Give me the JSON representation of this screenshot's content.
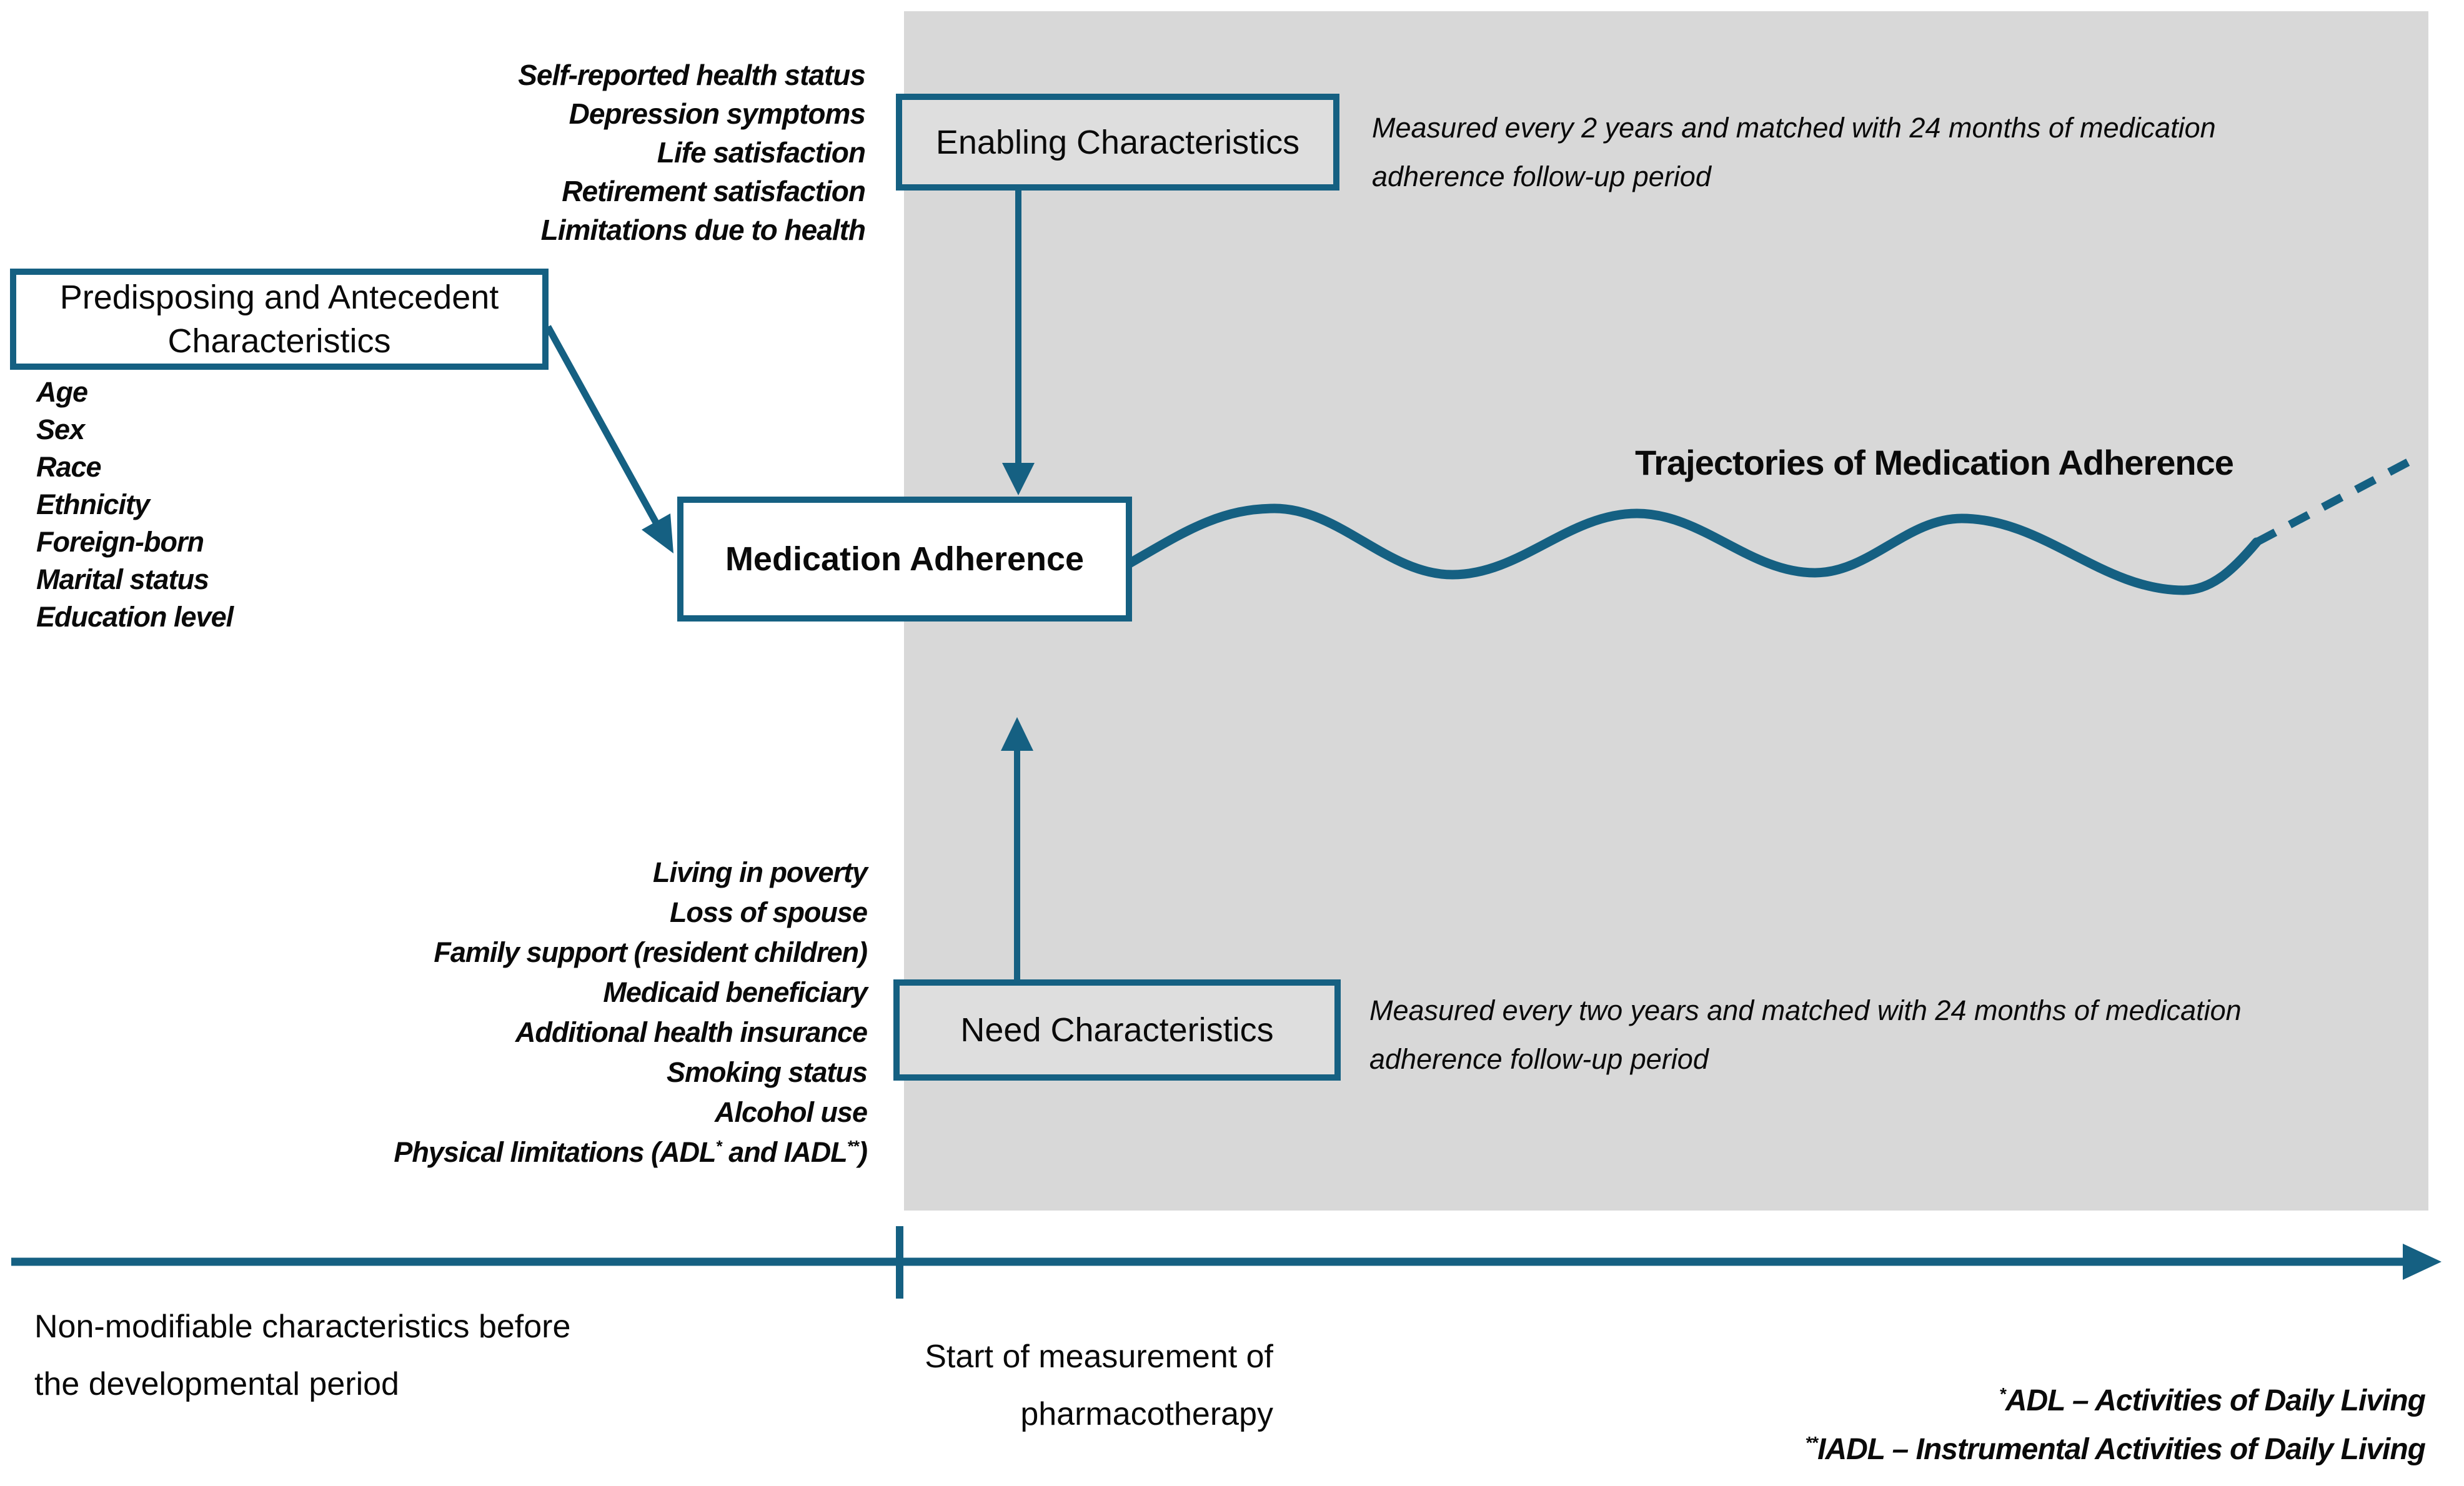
{
  "colors": {
    "accent_teal": "#156082",
    "panel_gray": "#d8d8d8",
    "box_light_fill": "#dedede",
    "box_white_fill": "#ffffff",
    "text": "#0a0a0a"
  },
  "boxes": {
    "predisposing": {
      "label_line1": "Predisposing and Antecedent",
      "label_line2": "Characteristics"
    },
    "enabling": {
      "label": "Enabling Characteristics"
    },
    "medication": {
      "label": "Medication Adherence"
    },
    "need": {
      "label": "Need Characteristics"
    }
  },
  "lists": {
    "enabling_factors": [
      "Self-reported health status",
      "Depression symptoms",
      "Life satisfaction",
      "Retirement satisfaction",
      "Limitations due to health"
    ],
    "predisposing_factors": [
      "Age",
      "Sex",
      "Race",
      "Ethnicity",
      "Foreign-born",
      "Marital status",
      "Education level"
    ],
    "need_factors": [
      "Living in poverty",
      "Loss of spouse",
      "Family support (resident children)",
      "Medicaid beneficiary",
      "Additional health insurance",
      "Smoking status",
      "Alcohol use"
    ],
    "physical_limitations": {
      "p1": "Physical limitations (ADL",
      "s1": "*",
      "p2": " and IADL",
      "s2": "**",
      "p3": ")"
    }
  },
  "annotations": {
    "enabling_note_line1": "Measured every 2 years and matched with 24 months of medication",
    "enabling_note_line2": "adherence follow-up period",
    "need_note_line1": "Measured every two years and matched with 24 months of medication",
    "need_note_line2": "adherence follow-up period",
    "trajectories_label": "Trajectories of Medication Adherence"
  },
  "timeline": {
    "left_label_line1": "Non-modifiable characteristics before",
    "left_label_line2": "the developmental period",
    "tick_label_line1": "Start of measurement of",
    "tick_label_line2": "pharmacotherapy"
  },
  "footnotes": {
    "adl_sup": "*",
    "adl_text": "ADL – Activities of Daily Living",
    "iadl_sup": "**",
    "iadl_text": "IADL – Instrumental Activities of Daily Living"
  }
}
